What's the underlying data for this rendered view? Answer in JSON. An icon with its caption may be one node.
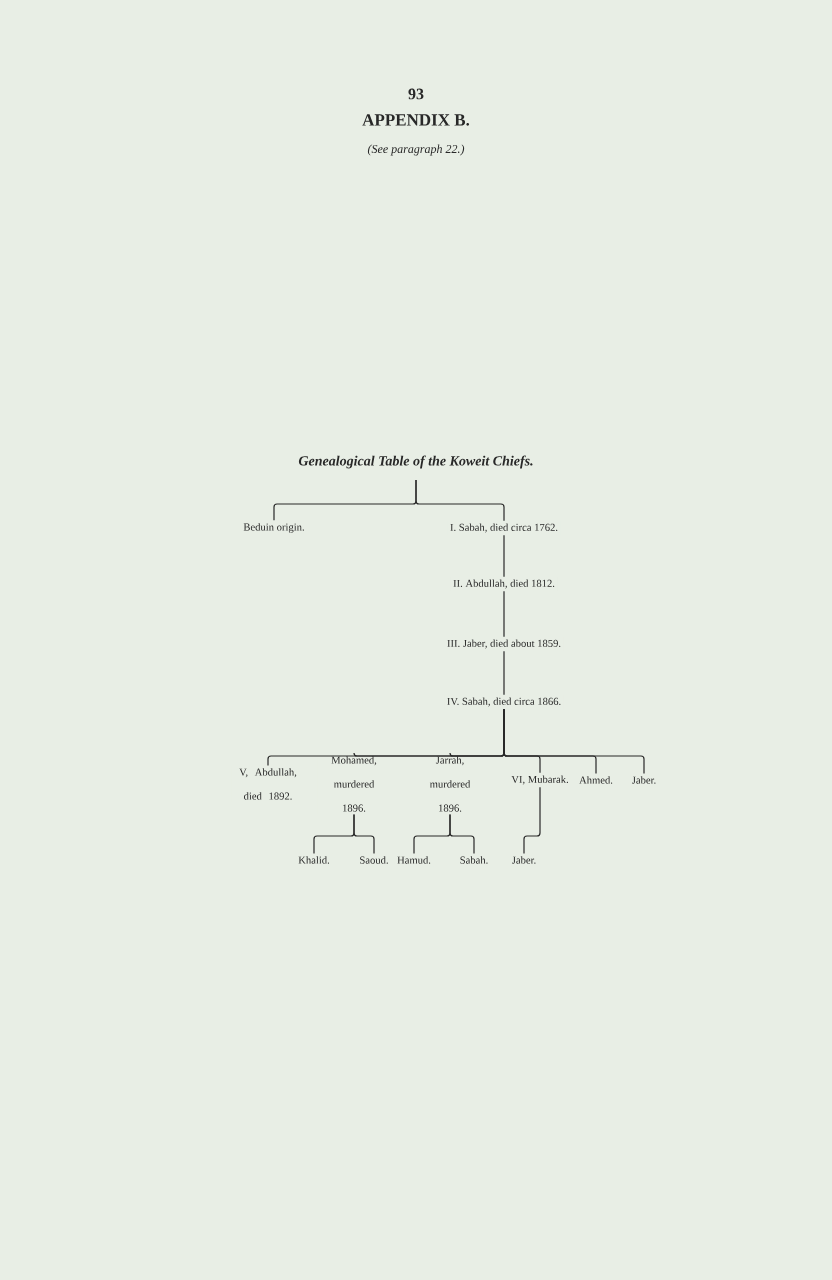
{
  "diagram": {
    "title": "Genealogical Table of the Koweit Chiefs.",
    "nodes": [
      {
        "text": [
          "Beduin origin."
        ]
      },
      {
        "text": [
          "I. Sabah, died circa 1762."
        ]
      },
      {
        "text": [
          "II. Abdullah, died 1812."
        ]
      },
      {
        "text": [
          "III. Jaber, died about 1859."
        ]
      },
      {
        "text": [
          "IV. Sabah, died circa 1866."
        ]
      },
      {
        "text": [
          "V, Abdullah, died 1892."
        ]
      },
      {
        "text": [
          "Mohamed, murdered 1896."
        ]
      },
      {
        "text": [
          "Jarrah, murdered 1896."
        ]
      },
      {
        "text": [
          "VI, Mubarak."
        ]
      },
      {
        "text": [
          "Ahmed."
        ]
      },
      {
        "text": [
          "Jaber."
        ]
      },
      {
        "text": [
          "Khalid."
        ]
      },
      {
        "text": [
          "Saoud."
        ]
      },
      {
        "text": [
          "Hamud."
        ]
      },
      {
        "text": [
          "Sabah."
        ]
      },
      {
        "text": [
          "Jaber."
        ]
      }
    ],
    "edges": [
      {
        "from": null,
        "to": 0,
        "arrow": "none"
      },
      {
        "from": null,
        "to": 1,
        "arrow": "none"
      },
      {
        "from": 1,
        "to": 2,
        "arrow": "none"
      },
      {
        "from": 2,
        "to": 3,
        "arrow": "none"
      },
      {
        "from": 3,
        "to": 4,
        "arrow": "none"
      },
      {
        "from": 4,
        "to": 5,
        "arrow": "none"
      },
      {
        "from": 4,
        "to": 6,
        "arrow": "none"
      },
      {
        "from": 4,
        "to": 7,
        "arrow": "none"
      },
      {
        "from": 4,
        "to": 8,
        "arrow": "none"
      },
      {
        "from": 4,
        "to": 9,
        "arrow": "none"
      },
      {
        "from": 4,
        "to": 10,
        "arrow": "none"
      },
      {
        "from": 6,
        "to": 11,
        "arrow": "none"
      },
      {
        "from": 6,
        "to": 12,
        "arrow": "none"
      },
      {
        "from": 7,
        "to": 13,
        "arrow": "none"
      },
      {
        "from": 7,
        "to": 14,
        "arrow": "none"
      },
      {
        "from": 8,
        "to": 15,
        "arrow": "none"
      }
    ],
    "labels": [
      "93",
      "APPENDIX B.",
      "(See paragraph 22.)"
    ]
  }
}
